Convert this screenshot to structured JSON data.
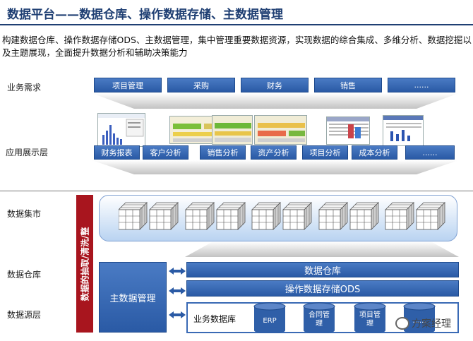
{
  "title": "数据平台——数据仓库、操作数据存储、主数据管理",
  "intro": "构建数据仓库、操作数据存储ODS、主数据管理，集中管理重要数据资源，实现数据的综合集成、多维分析、数据挖掘以及主题展现，全面提升数据分析和辅助决策能力",
  "layers": {
    "business": "业务需求",
    "presentation": "应用展示层",
    "mart": "数据集市",
    "warehouse": "数据仓库",
    "source": "数据源层"
  },
  "business_items": [
    "项目管理",
    "采购",
    "财务",
    "销售",
    "......"
  ],
  "report_items": [
    "财务报表",
    "客户分析",
    "销售分析",
    "资产分析",
    "项目分析",
    "成本分析",
    "......"
  ],
  "etl_label": "数据的抽取/清洗/整",
  "master_data": "主数据管理",
  "warehouse_box": "数据仓库",
  "ods_box": "操作数据存储ODS",
  "business_db": "业务数据库",
  "db_cylinders": [
    "ERP",
    "合同管理",
    "项目管理",
    "......"
  ],
  "watermark": "方案经理",
  "colors": {
    "title": "#1f3f73",
    "box_blue": "#2f5fa8",
    "etl_red": "#a8151e",
    "mart_panel": "#cfe0f5"
  }
}
